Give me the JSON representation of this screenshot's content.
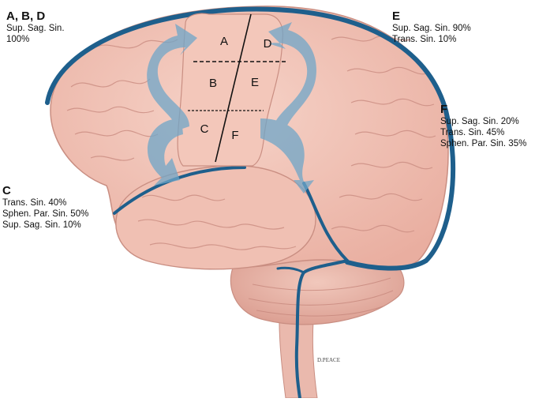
{
  "zones": {
    "a": "A",
    "b": "B",
    "c": "C",
    "d": "D",
    "e": "E",
    "f": "F"
  },
  "notes": {
    "abd": {
      "heading": "A, B, D",
      "lines": [
        "Sup. Sag. Sin.",
        "100%"
      ]
    },
    "e": {
      "heading": "E",
      "lines": [
        "Sup. Sag. Sin. 90%",
        "Trans. Sin. 10%"
      ]
    },
    "f": {
      "heading": "F",
      "lines": [
        "Sup. Sag. Sin. 20%",
        "Trans. Sin. 45%",
        "Sphen. Par. Sin. 35%"
      ]
    },
    "c": {
      "heading": "C",
      "lines": [
        "Trans. Sin. 40%",
        "Sphen. Par. Sin. 50%",
        "Sup. Sag. Sin. 10%"
      ]
    }
  },
  "signature": "D.PEACE",
  "colors": {
    "brain": "#f2c3b6",
    "brain_dark": "#d9978c",
    "vein": "#1e5f8c",
    "arrow": "#6fa6c8"
  }
}
